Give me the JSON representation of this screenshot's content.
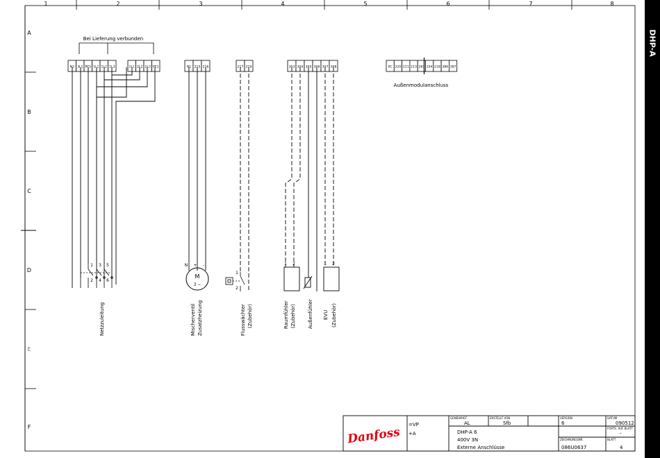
{
  "sheet_title": "DHP-A",
  "columns": [
    "1",
    "2",
    "3",
    "4",
    "5",
    "6",
    "7",
    "8"
  ],
  "rows": [
    "A",
    "B",
    "C",
    "D",
    "E",
    "F"
  ],
  "note_top": "Bei Lieferung verbunden",
  "terminal_groups": [
    {
      "id": "g1",
      "labels": [
        "N3",
        "3L1",
        "PE5",
        "1L1",
        "1L2",
        "1L3"
      ]
    },
    {
      "id": "g2",
      "labels": [
        "2L1",
        "2L2",
        "2L3",
        "PE1"
      ]
    },
    {
      "id": "g3",
      "labels": [
        "N1",
        "215",
        "216"
      ]
    },
    {
      "id": "g4",
      "labels": [
        "217",
        "219"
      ]
    },
    {
      "id": "g5",
      "labels": [
        "303",
        "304",
        "305",
        "306",
        "307",
        "308"
      ]
    },
    {
      "id": "g6",
      "labels": [
        "PC",
        "220",
        "211",
        "213",
        "283",
        "104",
        "218",
        "386",
        "387"
      ]
    }
  ],
  "outdoor_label": "Außenmodulanschluss",
  "switch_numbers": [
    "1",
    "2",
    "3",
    "4",
    "5",
    "6"
  ],
  "motor": {
    "label": "M",
    "sub": "3 ~",
    "terminals": [
      "N",
      "+",
      "-"
    ]
  },
  "flow_switch_numbers": [
    "1",
    "2"
  ],
  "sensor_numbers": [
    "1",
    "2",
    "1",
    "2"
  ],
  "components": [
    {
      "id": "netz",
      "lines": [
        "Netzzuleitung"
      ]
    },
    {
      "id": "mischer",
      "lines": [
        "Mischerventil",
        "Zusatzheizung"
      ]
    },
    {
      "id": "fluss",
      "lines": [
        "Flusswächter",
        "(Zubehör)"
      ]
    },
    {
      "id": "raum",
      "lines": [
        "Raumfühler",
        "(Zubehör)"
      ]
    },
    {
      "id": "aussen",
      "lines": [
        "Außenfühler"
      ]
    },
    {
      "id": "evu",
      "lines": [
        "EVU",
        "(Zubehör)"
      ]
    }
  ],
  "title_block": {
    "logo": "Danfoss",
    "code1": "=VP",
    "code2": "+A",
    "genehmigt_label": "GENEHMIGT",
    "genehmigt": "AL",
    "erstellt_label": "ERSTELLT VON",
    "erstellt": "Sfb",
    "version_label": "VERSION",
    "version": "6",
    "datum_label": "DATUM",
    "datum": "090512",
    "desc1": "DHP-A 6",
    "desc2": "400V 3N",
    "desc3": "Externe Anschlüsse",
    "forts_label": "FORTS. AUF BLATT",
    "forts": "-",
    "zeichnungsnr_label": "ZEICHNUNGSNR.",
    "zeichnungsnr": "086U0637",
    "blatt_label": "BLATT",
    "blatt": "4"
  }
}
